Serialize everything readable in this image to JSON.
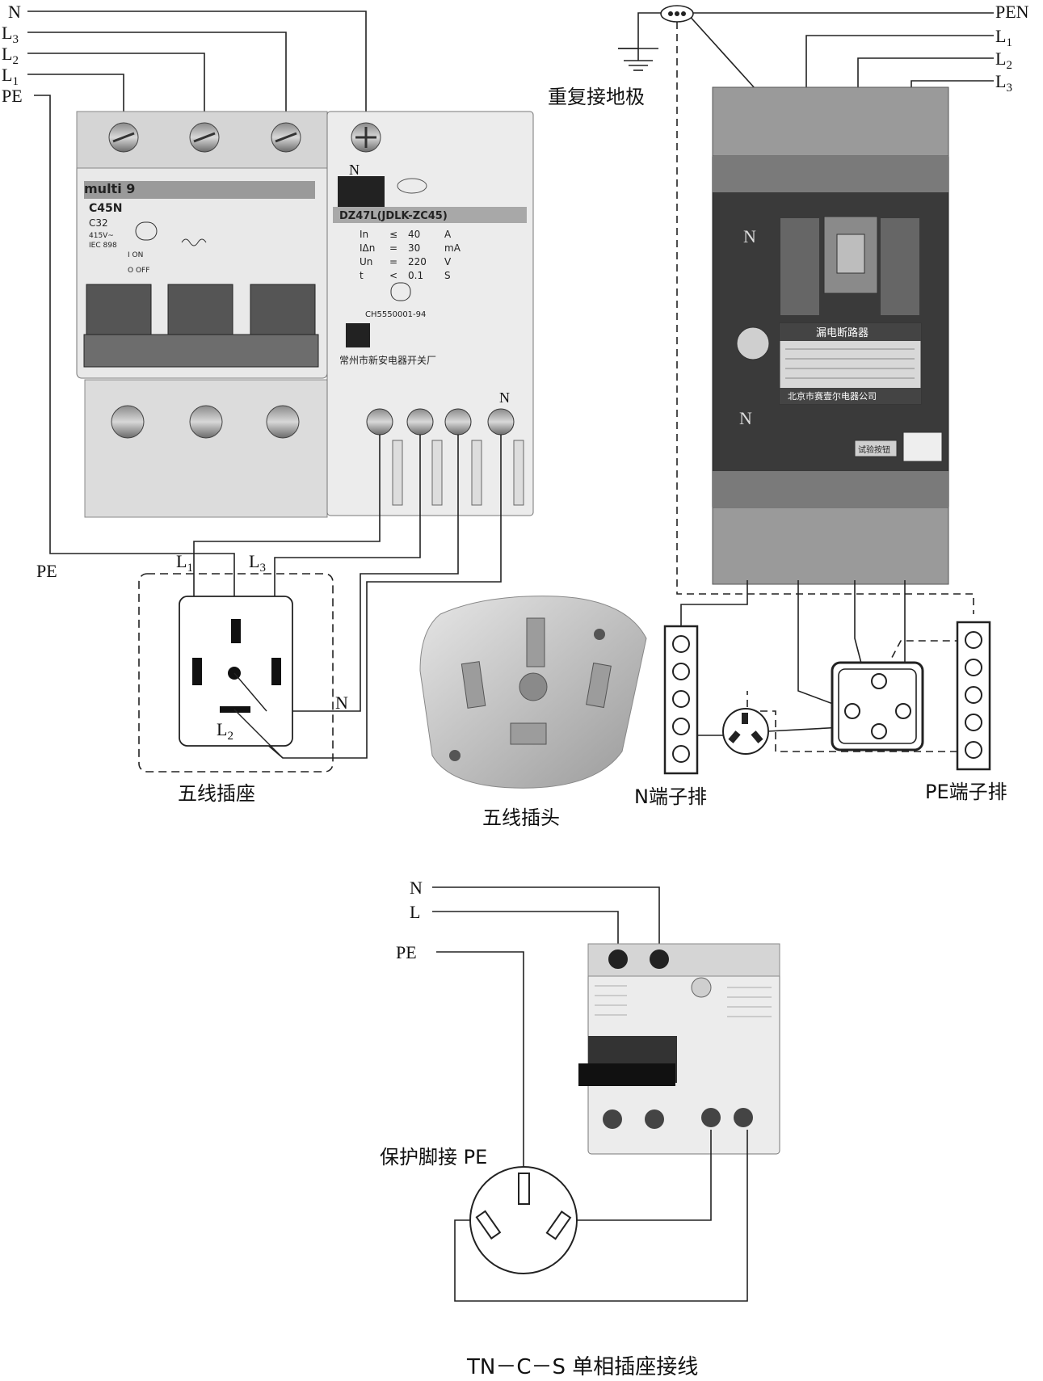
{
  "top_left": {
    "wire_labels": {
      "n": "N",
      "l3": "L",
      "l3_sub": "3",
      "l2": "L",
      "l2_sub": "2",
      "l1": "L",
      "l1_sub": "1",
      "pe": "PE"
    },
    "breaker_brand": "multi 9",
    "breaker_model": "C45N",
    "breaker_rating": "C32",
    "breaker_spec1": "415V~",
    "breaker_spec2": "IEC 898",
    "breaker_on": "I ON",
    "breaker_off": "O OFF",
    "rcd_n_mark": "N",
    "rcd_model": "DZ47L(JDLK-ZC45)",
    "rcd_rows": [
      {
        "k": "In",
        "op": "≤",
        "v": "40",
        "u": "A"
      },
      {
        "k": "IΔn",
        "op": "=",
        "v": "30",
        "u": "mA"
      },
      {
        "k": "Un",
        "op": "=",
        "v": "220",
        "u": "V"
      },
      {
        "k": "t",
        "op": "<",
        "v": "0.1",
        "u": "S"
      }
    ],
    "rcd_cert": "CH5550001-94",
    "rcd_maker": "常州市新安电器开关厂",
    "rcd_out_n": "N",
    "socket_pe": "PE",
    "socket_l1": "L",
    "socket_l1_sub": "1",
    "socket_l3": "L",
    "socket_l3_sub": "3",
    "socket_n": "N",
    "socket_l2": "L",
    "socket_l2_sub": "2",
    "socket_caption": "五线插座",
    "plug_caption": "五线插头"
  },
  "top_right": {
    "wire_labels": {
      "pen": "PEN",
      "l1": "L",
      "l1_sub": "1",
      "l2": "L",
      "l2_sub": "2",
      "l3": "L",
      "l3_sub": "3"
    },
    "ground_label": "重复接地极",
    "breaker_n1": "N",
    "breaker_n2": "N",
    "breaker_plate": "漏电断路器",
    "breaker_maker": "北京市赛壹尔电器公司",
    "test_button": "试验按钮",
    "n_terminal_caption": "N端子排",
    "pe_terminal_caption": "PE端子排"
  },
  "bottom": {
    "wire_labels": {
      "n": "N",
      "l": "L",
      "pe": "PE"
    },
    "pe_pin_label": "保护脚接 PE",
    "caption": "TN－C－S 单相插座接线"
  }
}
